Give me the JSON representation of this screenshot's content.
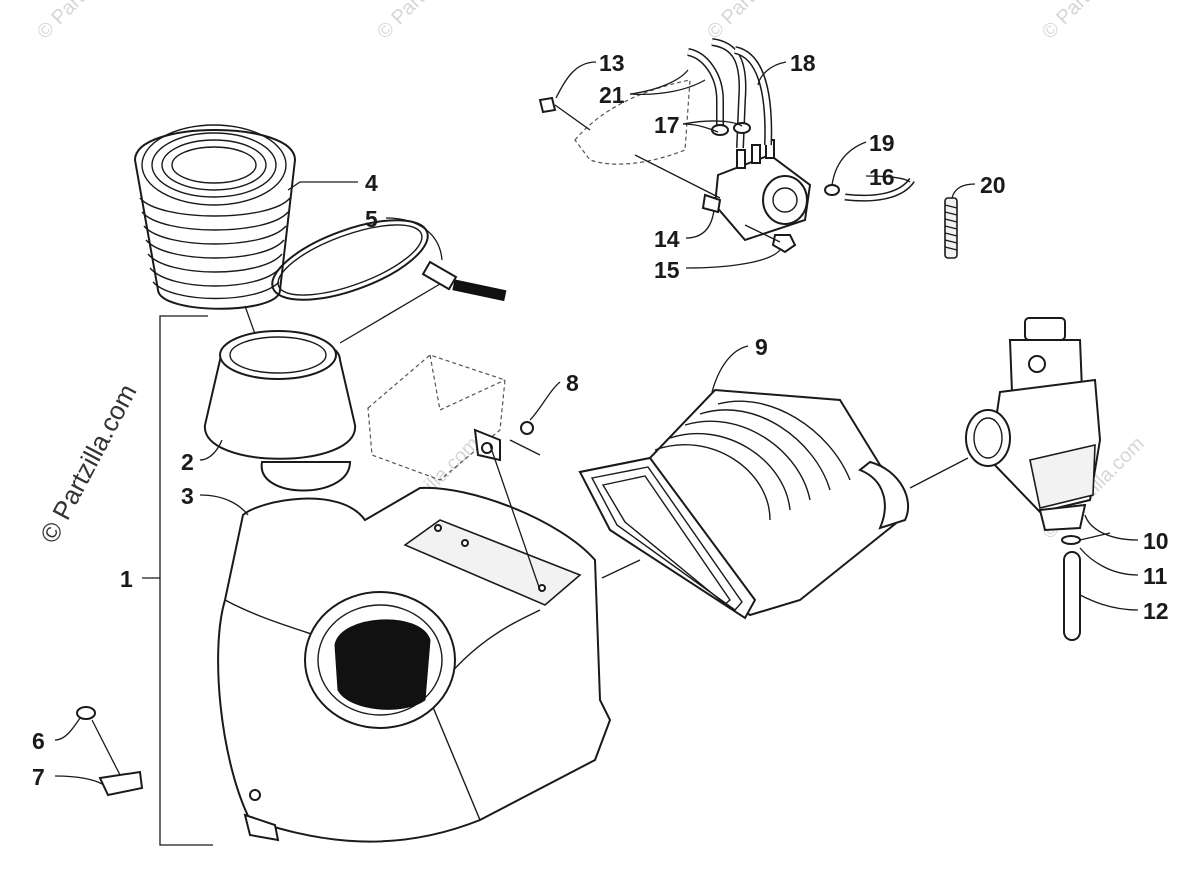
{
  "watermark": {
    "vertical_text": "© Partzilla.com",
    "mark_text": "© Partzilla.com"
  },
  "callouts": [
    "1",
    "2",
    "3",
    "4",
    "5",
    "6",
    "7",
    "8",
    "9",
    "10",
    "11",
    "12",
    "13",
    "14",
    "15",
    "16",
    "17",
    "18",
    "19",
    "20",
    "21"
  ],
  "colors": {
    "line": "#1a1a1a",
    "watermark": "#d6d6d6",
    "background": "#ffffff"
  }
}
